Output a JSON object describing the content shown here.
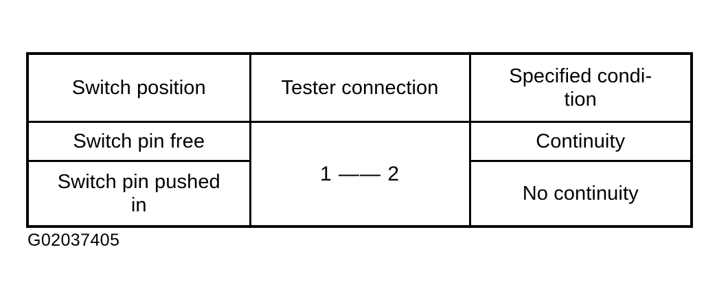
{
  "page": {
    "background_color": "#ffffff",
    "ink_color": "#000000",
    "caption": "G02037405"
  },
  "table": {
    "columns": [
      {
        "key": "switch_position",
        "header": "Switch position"
      },
      {
        "key": "tester_connection",
        "header": "Tester connection"
      },
      {
        "key": "specified_condition",
        "header_line_1": "Specified condi-",
        "header_line_2": "tion"
      }
    ],
    "rows": [
      {
        "switch_position_line_1": "Switch pin free",
        "switch_position_line_2": "",
        "specified_condition": "Continuity"
      },
      {
        "switch_position_line_1": "Switch pin pushed",
        "switch_position_line_2": "in",
        "specified_condition": "No continuity"
      }
    ],
    "tester_connection_merged": {
      "pin_from": "1",
      "connector": "——",
      "pin_to": "2",
      "full_text": "1 —— 2"
    }
  }
}
